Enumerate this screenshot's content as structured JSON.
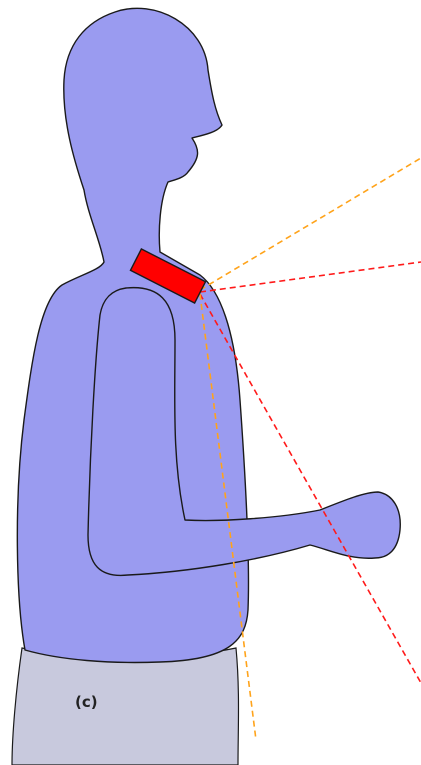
{
  "figure": {
    "panel_label": "(c)",
    "colors": {
      "body_fill": "#9a9bf0",
      "outline": "#1a1a1a",
      "seat_fill": "#c8c9dd",
      "sensor_fill": "#ff0000",
      "ray_red": "#ff1a1a",
      "ray_orange": "#ffa31a"
    },
    "parts": [
      "human-figure",
      "seat",
      "sensor-device",
      "field-of-view-rays"
    ]
  }
}
